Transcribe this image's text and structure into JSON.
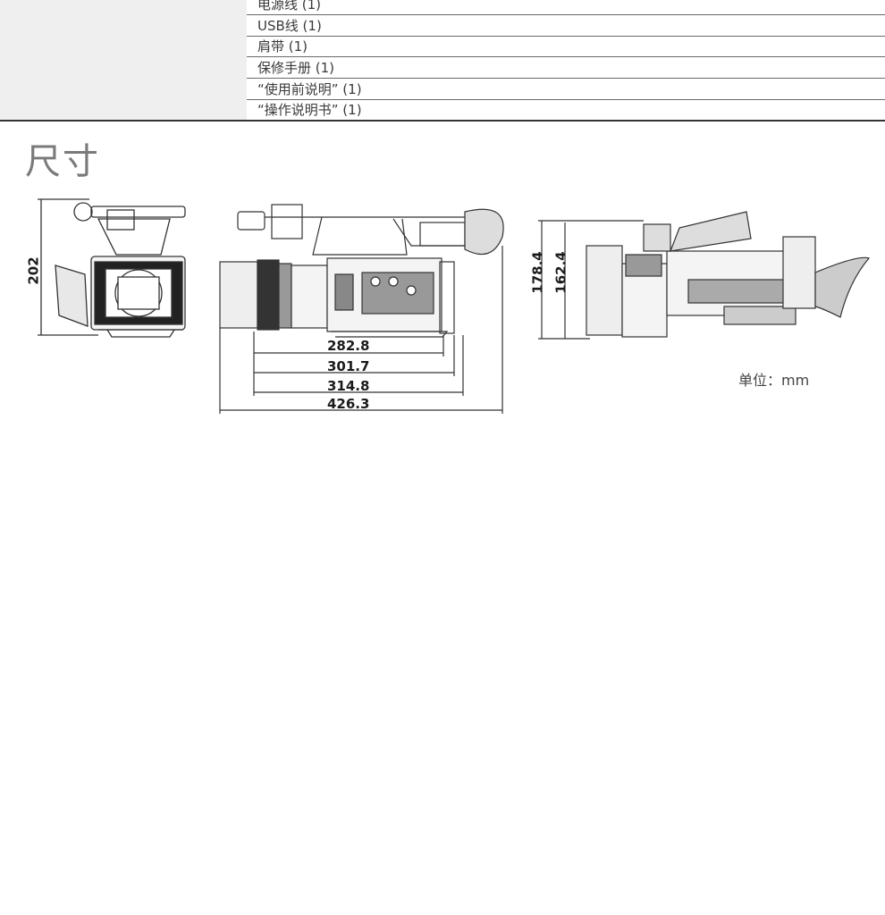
{
  "accessories": {
    "items": [
      {
        "label": "电源线 (1)"
      },
      {
        "label": "USB线 (1)"
      },
      {
        "label": "肩带 (1)"
      },
      {
        "label": "保修手册 (1)"
      },
      {
        "label": "“使用前说明” (1)"
      },
      {
        "label": "“操作说明书” (1)"
      }
    ]
  },
  "dimensions": {
    "title": "尺寸",
    "front_height": "202",
    "lengths": [
      "282.8",
      "301.7",
      "314.8",
      "426.3"
    ],
    "heights": [
      "178.4",
      "162.4"
    ],
    "unit": "单位：mm"
  }
}
